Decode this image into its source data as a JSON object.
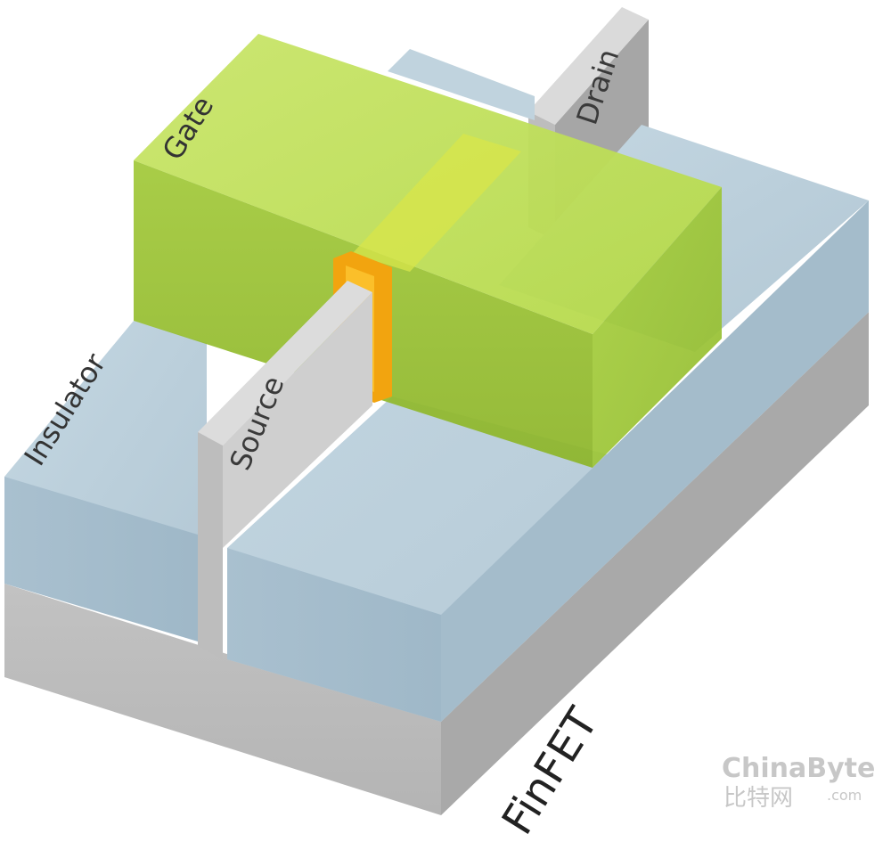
{
  "labels": {
    "gate": "Gate",
    "drain": "Drain",
    "source": "Source",
    "insulator": "Insulator",
    "title": "FinFET"
  },
  "watermark": {
    "brand_en": "ChinaByte",
    "brand_cn": "比特网",
    "domain": ".com"
  },
  "colors": {
    "gate": "#a7cf3a",
    "insulator": "#b9ccd8",
    "substrate": "#c8c8c8",
    "fin": "#cfcfcf",
    "channel": "#f2a40f"
  }
}
